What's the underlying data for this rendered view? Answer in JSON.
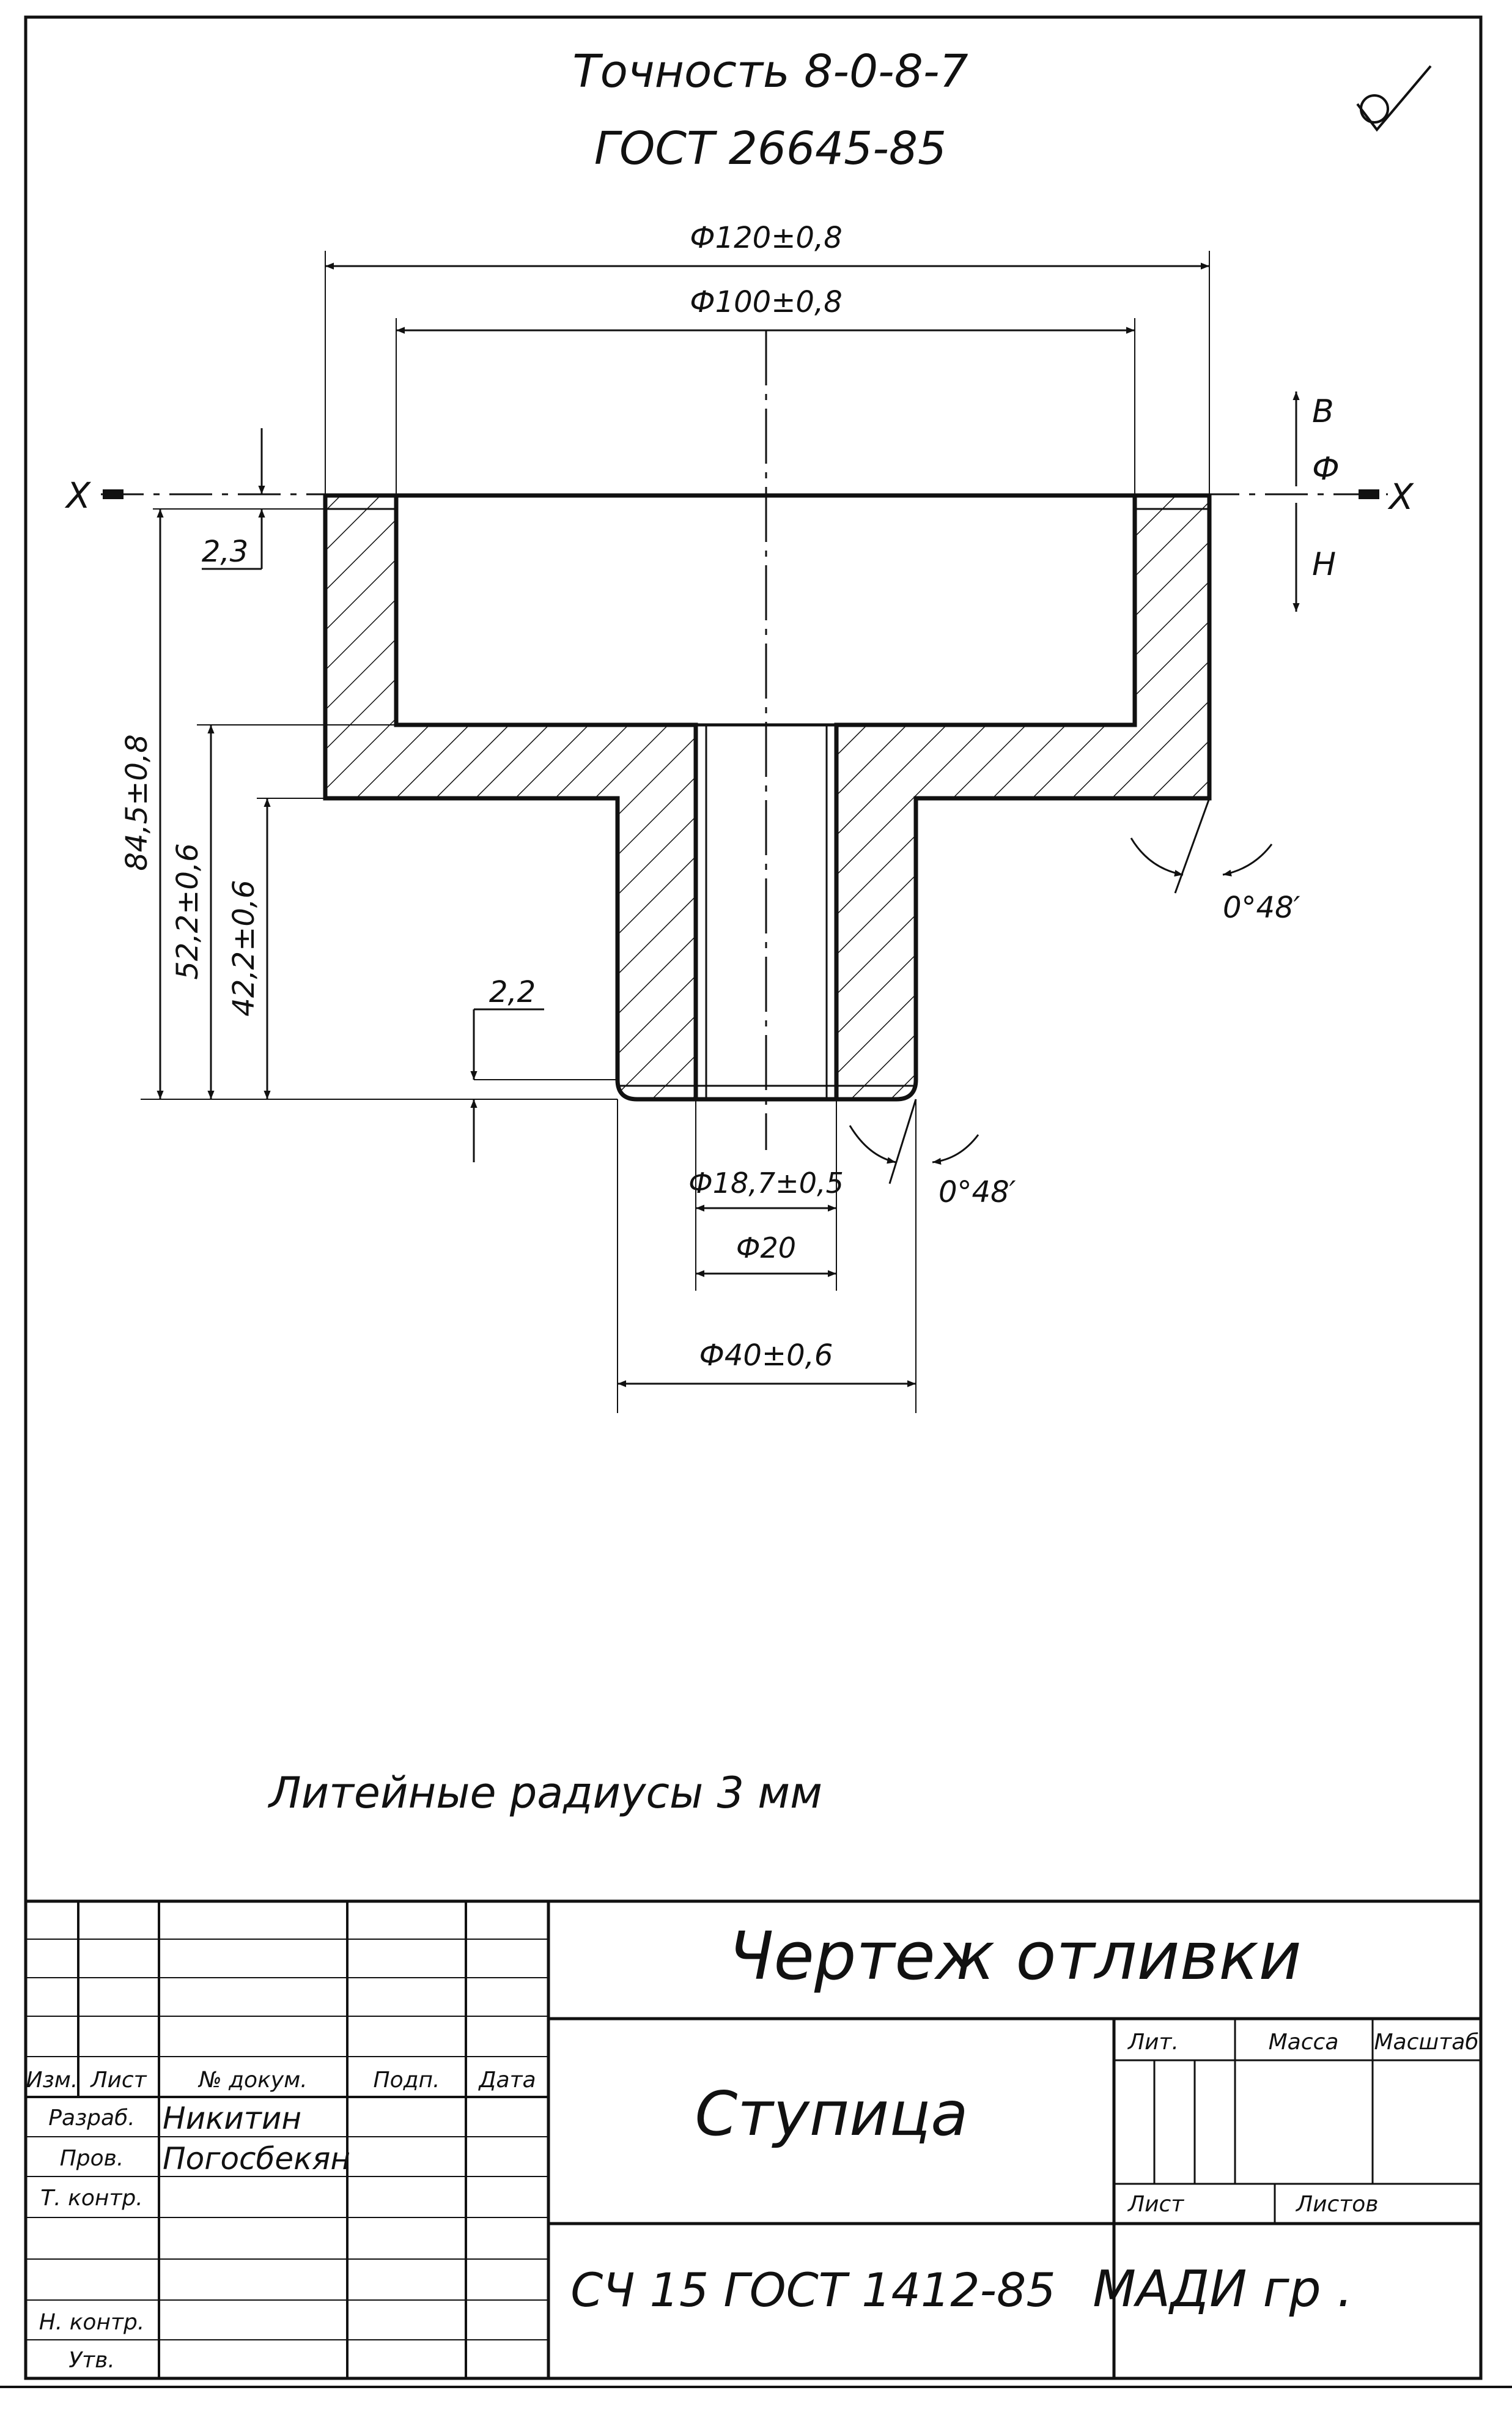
{
  "header": {
    "accuracy": "Точность  8-0-8-7",
    "standard": "ГОСТ  26645-85"
  },
  "dimensions": {
    "outer_diameter": "Ф120±0,8",
    "inner_diameter": "Ф100±0,8",
    "total_height": "84,5±0,8",
    "height_mid": "52,2±0,6",
    "height_hub": "42,2±0,6",
    "top_allowance": "2,3",
    "bottom_allowance": "2,2",
    "draft_angle_upper": "0°48′",
    "draft_angle_lower": "0°48′",
    "bore_cast": "Ф18,7±0,5",
    "bore_final": "Ф20",
    "hub_diameter": "Ф40±0,6"
  },
  "parting_line": {
    "left_label": "X",
    "right_label": "X",
    "top_label": "В",
    "mid_label": "Ф",
    "bottom_label": "Н"
  },
  "notes": {
    "fillet_radii": "Литейные радиусы  3 мм"
  },
  "title_block": {
    "drawing_title": "Чертеж  отливки",
    "part_name": "Ступица",
    "material": "СЧ 15  ГОСТ  1412-85",
    "organization": "МАДИ  гр .",
    "col_izm": "Изм.",
    "col_list": "Лист",
    "col_doc": "№ докум.",
    "col_sign": "Подп.",
    "col_date": "Дата",
    "row_developed": "Разраб.",
    "row_checked": "Пров.",
    "row_tech_control": "Т. контр.",
    "row_norm_control": "Н. контр.",
    "row_approved": "Утв.",
    "developer_name": "Никитин",
    "checker_name": "Погосбекян",
    "col_lit": "Лит.",
    "col_mass": "Масса",
    "col_scale": "Масштаб",
    "col_sheet": "Лист",
    "col_sheets": "Листов"
  }
}
